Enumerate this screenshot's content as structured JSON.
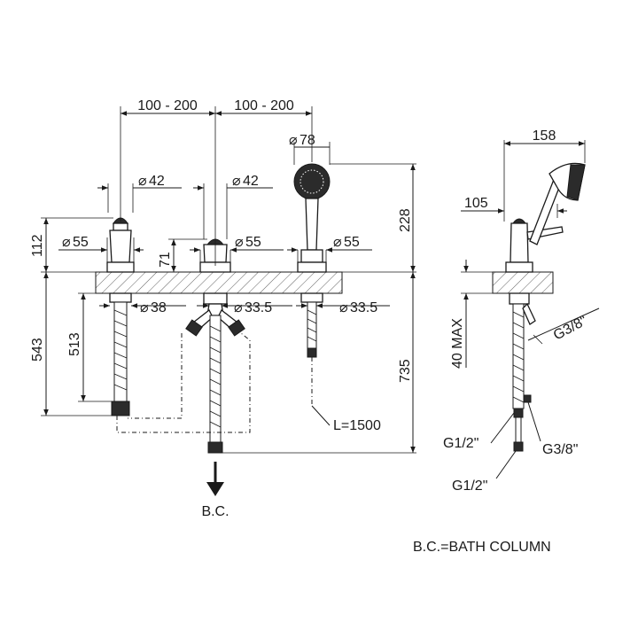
{
  "front_view": {
    "spacing_left": "100 - 200",
    "spacing_right": "100 - 200",
    "dia_handshower": "78",
    "dia_valve_left_top": "42",
    "dia_valve_right_top": "42",
    "dia_base_left": "55",
    "dia_base_center": "55",
    "dia_base_right": "55",
    "dia_shank_left": "38",
    "dia_shank_center": "33.5",
    "dia_shank_right": "33.5",
    "height_handle": "112",
    "height_center": "71",
    "height_handshower": "228",
    "depth_543": "543",
    "depth_513": "513",
    "depth_735": "735",
    "hose_length": "L=1500",
    "outlet_label": "B.C."
  },
  "side_view": {
    "width_158": "158",
    "width_105": "105",
    "thickness": "40 MAX",
    "thread_top": "G3/8\"",
    "thread_mid_left": "G1/2\"",
    "thread_mid_right": "G3/8\"",
    "thread_bottom": "G1/2\""
  },
  "legend": "B.C.=BATH COLUMN",
  "symbols": {
    "diameter": "⌀"
  }
}
